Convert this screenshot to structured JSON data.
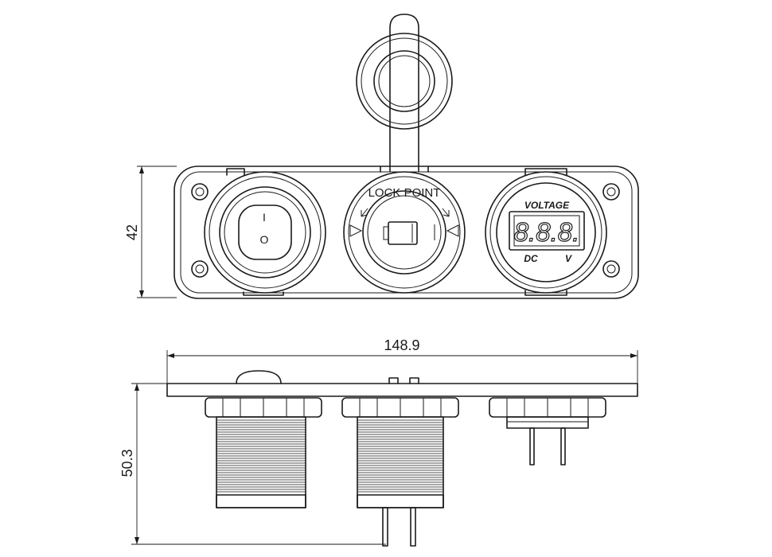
{
  "dimensions": {
    "height_front": "42",
    "width_side": "148.9",
    "height_side": "50.3"
  },
  "switch": {
    "on_mark": "I",
    "off_mark": "O"
  },
  "socket": {
    "lock_label": "LOCK POINT"
  },
  "voltmeter": {
    "title": "VOLTAGE",
    "digits": "8.8.8.",
    "dc_label": "DC",
    "unit_label": "V"
  },
  "icons": [
    "screw-hole-icon",
    "arrow-left-icon",
    "arrow-right-icon",
    "triangle-marker-icon"
  ]
}
